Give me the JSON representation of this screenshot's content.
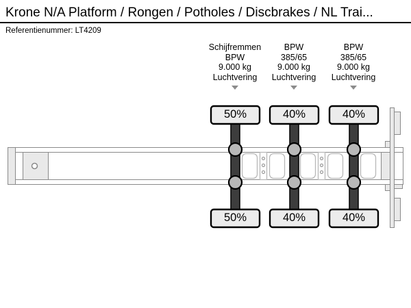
{
  "header": {
    "title": "Krone N/A Platform / Rongen / Potholes / Discbrakes / NL Trai...",
    "reference_label": "Referentienummer:",
    "reference_value": "LT4209"
  },
  "diagram": {
    "axles": [
      {
        "label_lines": [
          "Schijfremmen",
          "BPW",
          "9.000 kg",
          "Luchtvering"
        ],
        "top_percent": "50%",
        "bottom_percent": "50%"
      },
      {
        "label_lines": [
          "BPW",
          "385/65",
          "9.000 kg",
          "Luchtvering"
        ],
        "top_percent": "40%",
        "bottom_percent": "40%"
      },
      {
        "label_lines": [
          "BPW",
          "385/65",
          "9.000 kg",
          "Luchtvering"
        ],
        "top_percent": "40%",
        "bottom_percent": "40%"
      }
    ]
  },
  "colors": {
    "background": "#ffffff",
    "text": "#000000",
    "axle_dark": "#3d3d3d",
    "tire_fill": "#ececec",
    "suspension_circle": "#b8b8b8",
    "chassis_outline": "#8a8a8a",
    "chassis_light_fill": "#e9e9e9",
    "panel_outline": "#b8b8b8",
    "dropdown_triangle": "#8c8c8c"
  }
}
